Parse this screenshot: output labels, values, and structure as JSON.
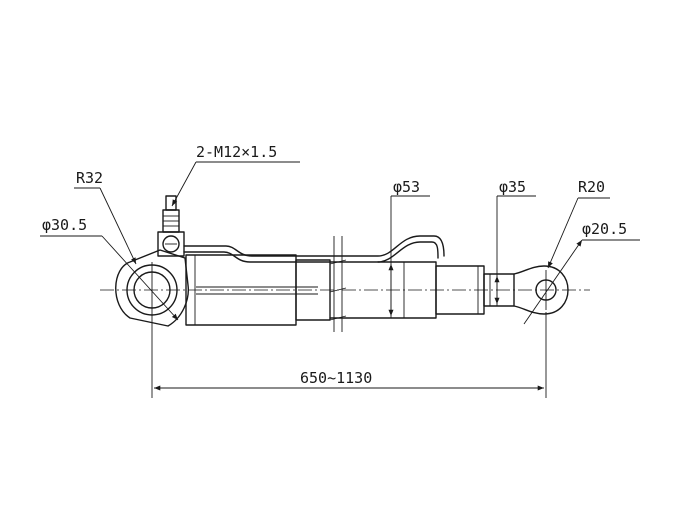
{
  "labels": {
    "thread": "2-M12×1.5",
    "r32": "R32",
    "d30_5": "φ30.5",
    "d53": "φ53",
    "d35": "φ35",
    "r20": "R20",
    "d20_5": "φ20.5",
    "length": "650~1130"
  },
  "colors": {
    "line": "#1a1a1a",
    "background": "#ffffff"
  }
}
